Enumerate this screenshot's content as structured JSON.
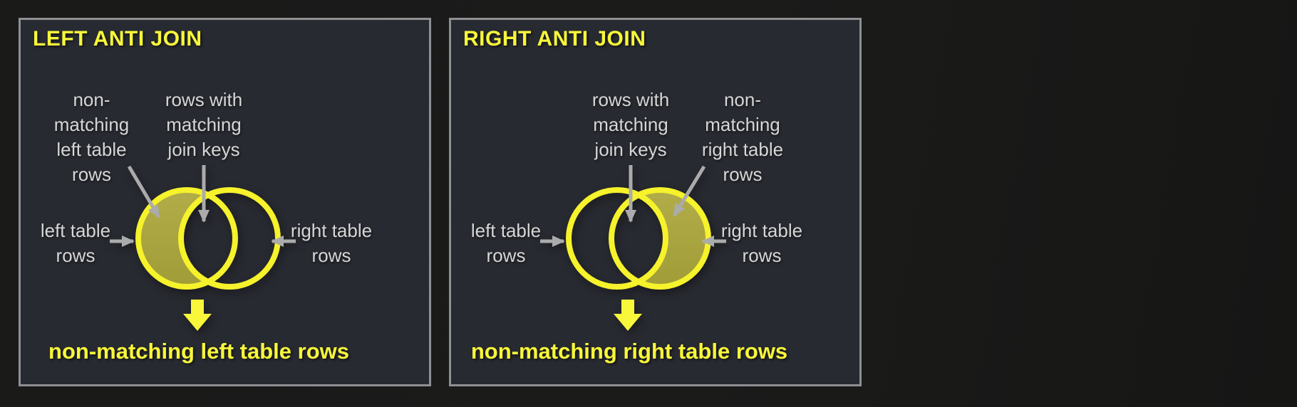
{
  "panels": [
    {
      "title": "LEFT ANTI JOIN",
      "labels": {
        "nonmatching": "non-\nmatching\nleft table\nrows",
        "matching": "rows with\nmatching\njoin keys",
        "left_rows": "left table\nrows",
        "right_rows": "right table\nrows"
      },
      "result": "non-matching left table rows",
      "highlighted_region": "left circle minus intersection"
    },
    {
      "title": "RIGHT ANTI JOIN",
      "labels": {
        "nonmatching": "non-\nmatching\nright table\nrows",
        "matching": "rows with\nmatching\njoin keys",
        "left_rows": "left table\nrows",
        "right_rows": "right table\nrows"
      },
      "result": "non-matching right table rows",
      "highlighted_region": "right circle minus intersection"
    }
  ],
  "colors": {
    "page_background": "#1a1a19",
    "panel_background": "#282a31",
    "panel_border": "#8e9093",
    "accent_yellow": "#f8f73a",
    "circle_ring_yellow": "#f6f22b",
    "anti_join_fill_olive": "#a9a440",
    "label_gray": "#d6d6d6",
    "arrow_gray": "#ababab"
  }
}
